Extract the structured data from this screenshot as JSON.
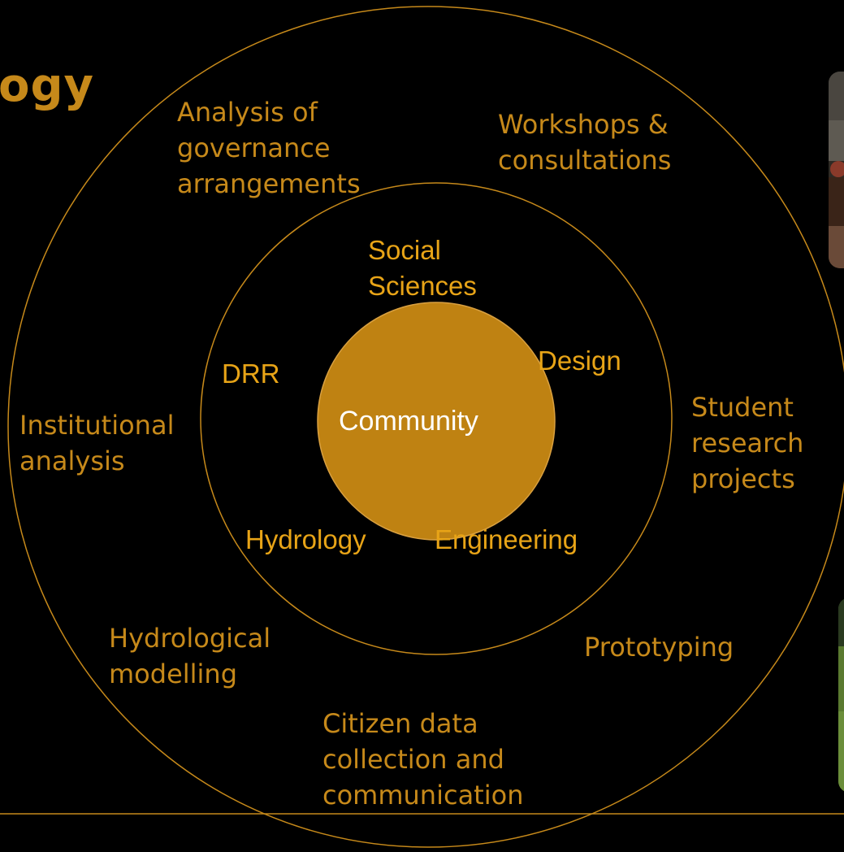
{
  "title_fragment": "ogy",
  "center": "Community",
  "disciplines": {
    "social": "Social\nSciences",
    "design": "Design",
    "drr": "DRR",
    "hydrology": "Hydrology",
    "engineering": "Engineering"
  },
  "activities": {
    "governance": "Analysis of\ngovernance\narrangements",
    "workshops": "Workshops &\nconsultations",
    "institutional": "Institutional\nanalysis",
    "student": "Student\nresearch\nprojects",
    "hydrological": "Hydrological\nmodelling",
    "prototyping": "Prototyping",
    "citizen": "Citizen data\ncollection and\ncommunication"
  },
  "colors": {
    "accent": "#c6891a",
    "center_fill": "#bf8212",
    "inner_text": "#e8a417",
    "background": "#000000"
  }
}
